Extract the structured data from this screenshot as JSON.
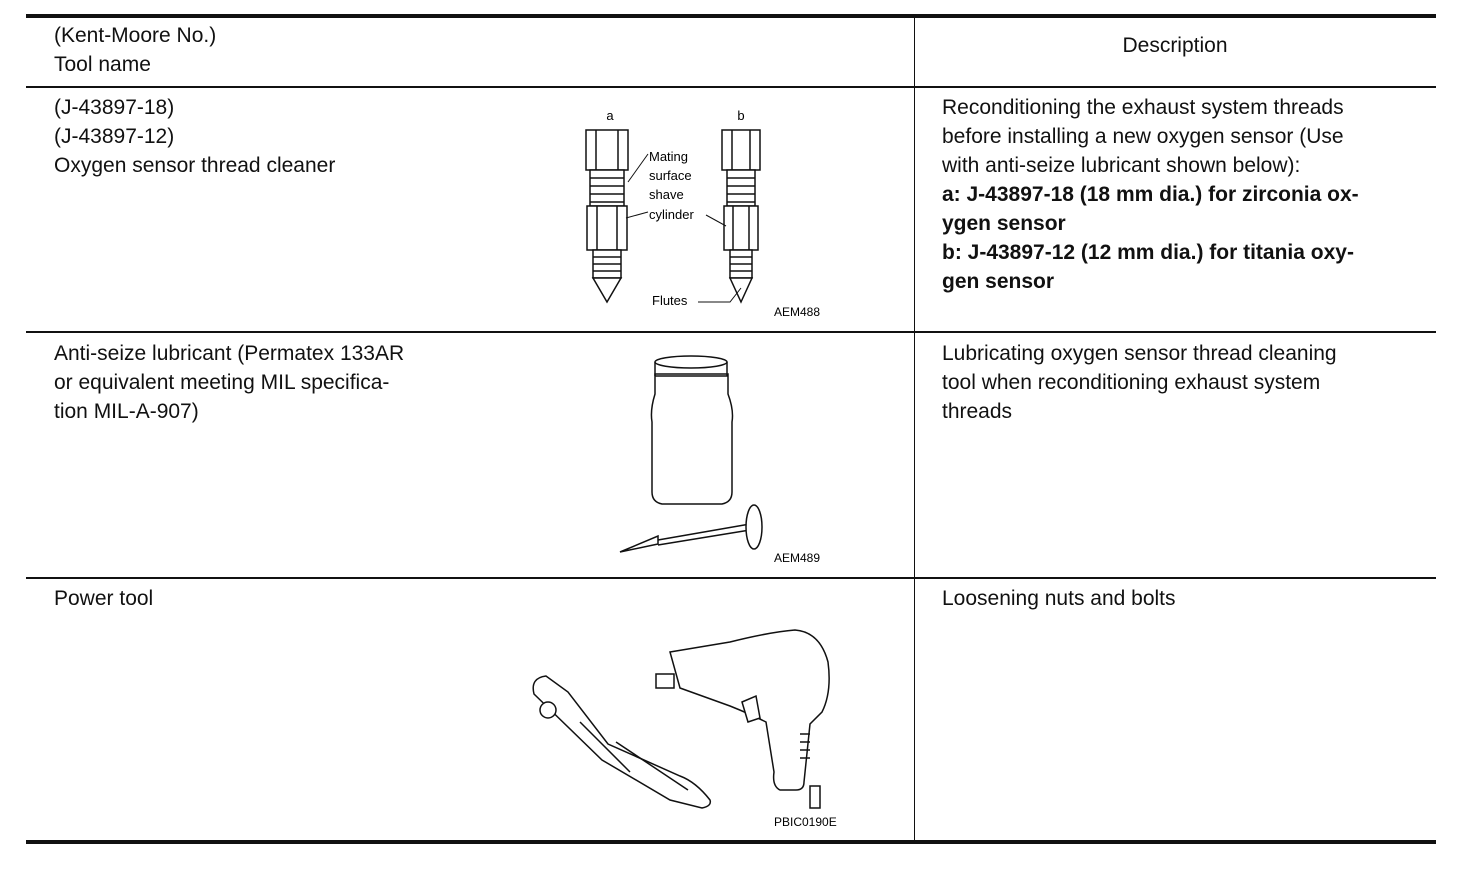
{
  "header": {
    "col1_line1": "(Kent-Moore No.)",
    "col1_line2": "Tool name",
    "col2": "Description"
  },
  "rows": [
    {
      "tool_lines": [
        "(J-43897-18)",
        "(J-43897-12)",
        "Oxygen sensor thread cleaner"
      ],
      "desc_lines": [
        "Reconditioning the exhaust system threads",
        "before installing a new oxygen sensor (Use",
        "with anti-seize lubricant shown below):"
      ],
      "desc_bold_lines": [
        "a: J-43897-18 (18 mm dia.) for zirconia ox-",
        "ygen sensor",
        "b: J-43897-12 (12 mm dia.) for titania oxy-",
        "gen sensor"
      ],
      "figure": {
        "label_a": "a",
        "label_b": "b",
        "callout_lines": [
          "Mating",
          "surface",
          "shave",
          "cylinder"
        ],
        "callout_flutes": "Flutes",
        "code": "AEM488"
      }
    },
    {
      "tool_lines": [
        "Anti-seize lubricant (Permatex 133AR",
        "or equivalent meeting MIL specifica-",
        "tion MIL-A-907)"
      ],
      "desc_lines": [
        "Lubricating oxygen sensor thread cleaning",
        "tool when reconditioning exhaust system",
        "threads"
      ],
      "figure": {
        "code": "AEM489"
      }
    },
    {
      "tool_lines": [
        "Power tool"
      ],
      "desc_lines": [
        "Loosening nuts and bolts"
      ],
      "figure": {
        "code": "PBIC0190E"
      }
    }
  ]
}
